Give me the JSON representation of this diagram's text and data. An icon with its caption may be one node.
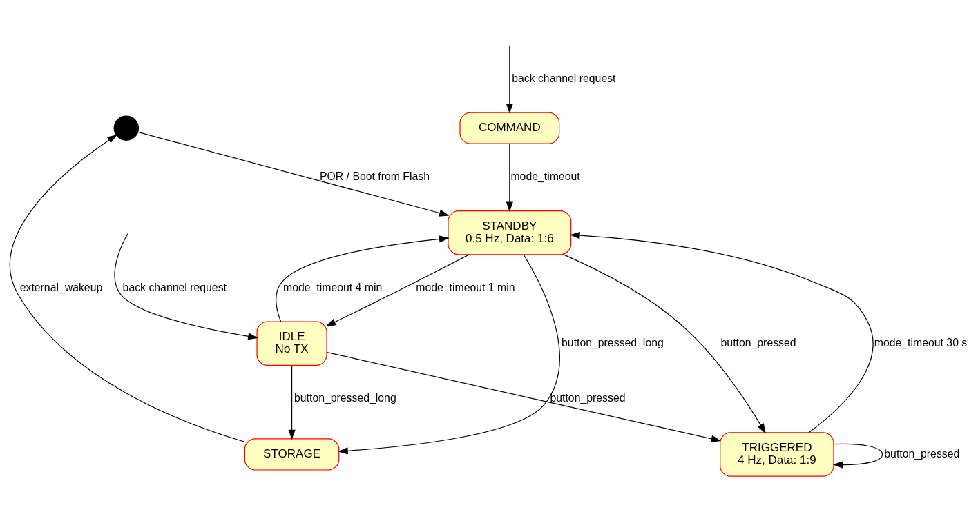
{
  "diagram": {
    "nodes": [
      {
        "text": [],
        "shape": "circle"
      },
      {
        "text": [
          "COMMAND"
        ]
      },
      {
        "text": [
          "STANDBY",
          "0.5 Hz, Data: 1:6"
        ]
      },
      {
        "text": [
          "TRIGGERED",
          "4 Hz, Data: 1:9"
        ]
      },
      {
        "text": [
          "STORAGE"
        ]
      },
      {
        "text": [
          "IDLE",
          "No TX"
        ]
      }
    ],
    "edges": [
      {
        "from": null,
        "to": 1,
        "arrow": "to",
        "label": "back channel request"
      },
      {
        "from": 1,
        "to": 2,
        "arrow": "to",
        "label": "mode_timeout"
      },
      {
        "from": 0,
        "to": 2,
        "arrow": "to",
        "label": "POR / Boot from Flash"
      },
      {
        "from": 4,
        "to": 0,
        "arrow": "to",
        "label": "external_wakeup"
      },
      {
        "from": 3,
        "to": 2,
        "arrow": "to",
        "label": "mode_timeout 30 s"
      },
      {
        "from": 2,
        "to": 3,
        "arrow": "to",
        "label": "button_pressed"
      },
      {
        "from": 2,
        "to": 4,
        "arrow": "to",
        "label": "button_pressed_long"
      },
      {
        "from": 5,
        "to": 2,
        "arrow": "to",
        "label": "mode_timeout 4 min"
      },
      {
        "from": 2,
        "to": 5,
        "arrow": "to",
        "label": "mode_timeout 1 min"
      },
      {
        "from": 3,
        "to": 3,
        "arrow": "to",
        "label": "button_pressed"
      },
      {
        "from": 5,
        "to": 3,
        "arrow": "to",
        "label": "button_pressed"
      },
      {
        "from": 5,
        "to": 4,
        "arrow": "to",
        "label": "button_pressed_long"
      },
      {
        "from": null,
        "to": 5,
        "arrow": "to",
        "label": "back channel request"
      }
    ]
  }
}
